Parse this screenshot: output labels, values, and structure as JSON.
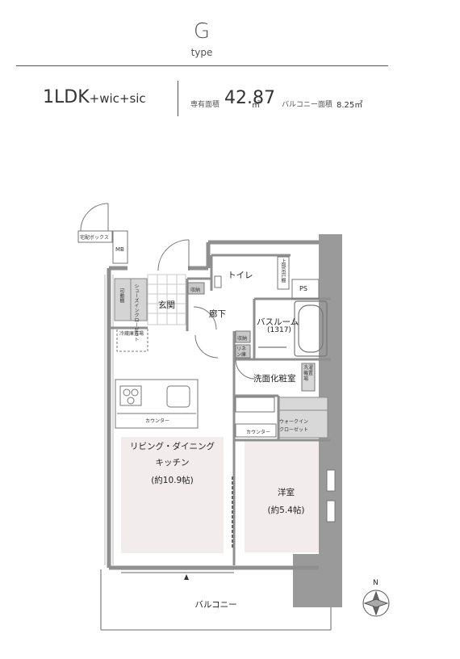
{
  "header": {
    "type_letter": "G",
    "type_word": "type",
    "layout_main": "1LDK",
    "layout_plus": "+wic+sic",
    "area_label": "専有面積",
    "area_value": "42.87",
    "area_unit": "㎡",
    "balcony_area_label": "バルコニー面積",
    "balcony_area_value": "8.25㎡"
  },
  "rooms": {
    "toilet": "トイレ",
    "ps": "PS",
    "entrance": "玄関",
    "hallway": "廊下",
    "bathroom_name": "バスルーム",
    "bathroom_size": "(1317)",
    "washroom": "洗面化粧室",
    "wic_line1": "ウォークイン",
    "wic_line2": "クローゼット",
    "ldk_line1": "リビング・ダイニング",
    "ldk_line2": "キッチン",
    "ldk_size": "(約10.9帖)",
    "western_name": "洋室",
    "western_size": "(約5.4帖)",
    "balcony": "バルコニー"
  },
  "small_labels": {
    "delivery_box": "宅配ボックス",
    "mb": "MB",
    "shoe_closet": "シューズインクローゼット",
    "movable_shelf": "可動棚",
    "storage_a": "収納",
    "storage_b": "収納",
    "linen": "リネン庫",
    "fridge": "冷蔵庫置場",
    "counter_kitchen": "カウンター",
    "counter_wash": "カウンター",
    "washer": "洗濯機置場",
    "upper_storage": "上部吊戸棚"
  },
  "compass": {
    "north": "N"
  },
  "colors": {
    "wall": "#8f8f8f",
    "floor_tint": "#f3ecec",
    "tile": "#bdbdbd",
    "text": "#333333"
  }
}
